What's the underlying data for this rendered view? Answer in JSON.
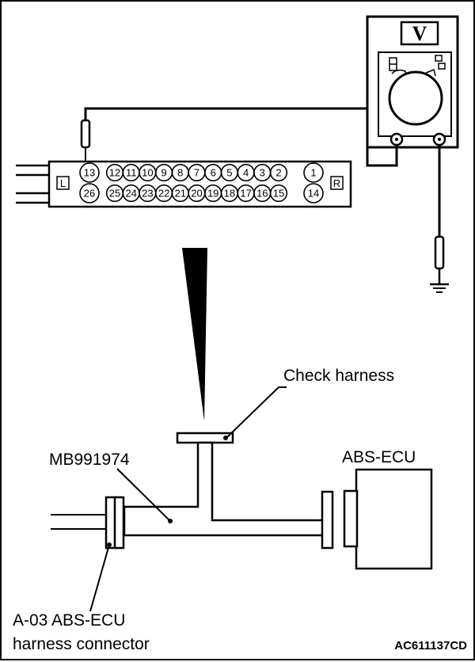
{
  "meter": {
    "mode_label": "V",
    "icon": "voltmeter-icon"
  },
  "connector": {
    "left_marker": "L",
    "right_marker": "R",
    "top_pins": [
      "13",
      "12",
      "11",
      "10",
      "9",
      "8",
      "7",
      "6",
      "5",
      "4",
      "3",
      "2",
      "1"
    ],
    "bottom_pins": [
      "26",
      "25",
      "24",
      "23",
      "22",
      "21",
      "20",
      "19",
      "18",
      "17",
      "16",
      "15",
      "14"
    ]
  },
  "labels": {
    "check_harness": "Check harness",
    "tool": "MB991974",
    "ecu": "ABS-ECU",
    "harness_connector_line1": "A-03 ABS-ECU",
    "harness_connector_line2": "harness connector"
  },
  "figure_code": "AC611137CD",
  "ground_icon": "ground-symbol-icon"
}
